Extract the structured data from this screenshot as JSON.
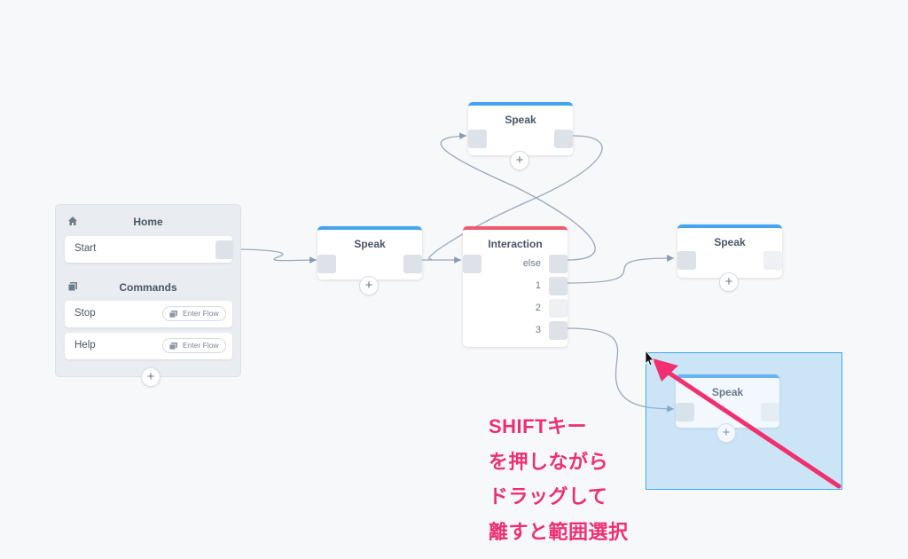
{
  "home_block": {
    "home_title": "Home",
    "start_label": "Start",
    "commands_title": "Commands",
    "commands": [
      {
        "label": "Stop",
        "action": "Enter Flow"
      },
      {
        "label": "Help",
        "action": "Enter Flow"
      }
    ],
    "add_label": "+"
  },
  "nodes": {
    "speak_1": {
      "title": "Speak",
      "add_label": "+"
    },
    "speak_top": {
      "title": "Speak",
      "add_label": "+"
    },
    "interaction": {
      "title": "Interaction",
      "choices": [
        "else",
        "1",
        "2",
        "3"
      ]
    },
    "speak_right": {
      "title": "Speak",
      "add_label": "+"
    },
    "speak_selected": {
      "title": "Speak",
      "add_label": "+"
    }
  },
  "annotation": {
    "lines": [
      "SHIFTキー",
      "を押しながら",
      "ドラッグして",
      "離すと範囲選択"
    ],
    "color": "#ee2e72"
  },
  "colors": {
    "speak_header": "#45a4ef",
    "interaction_header": "#ef5b6e",
    "selection": "#3fa9ef"
  }
}
